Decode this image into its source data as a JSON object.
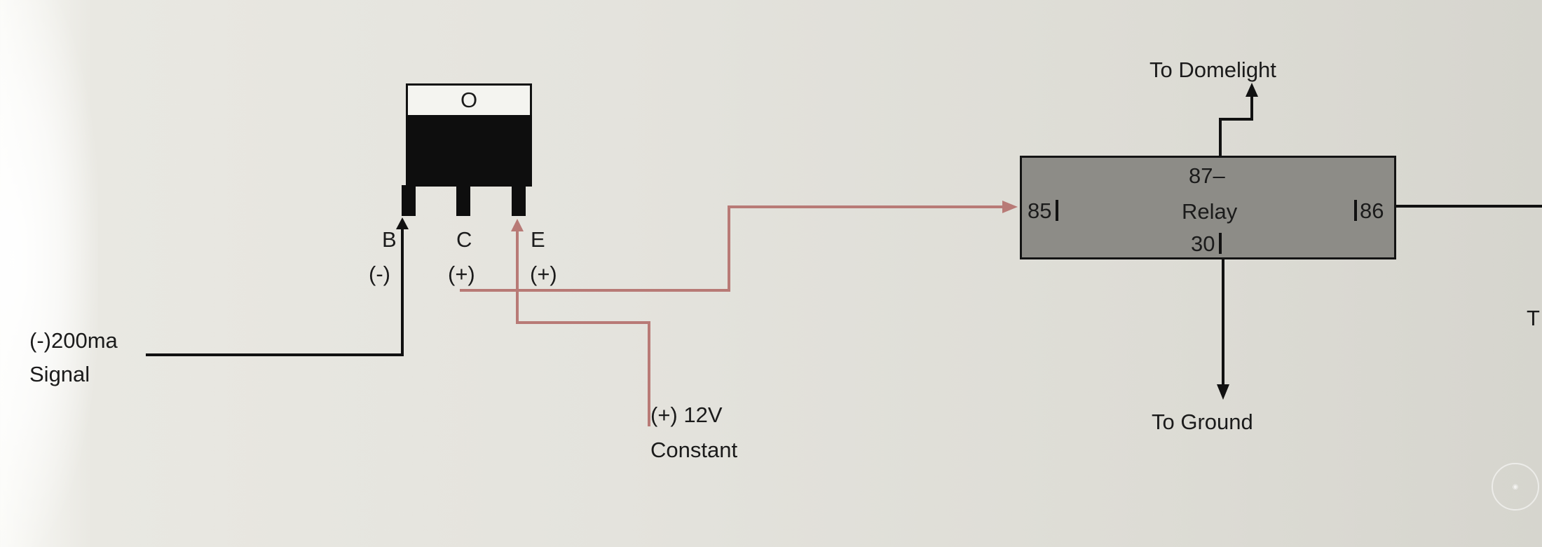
{
  "diagram": {
    "transistor": {
      "cap_label": "O",
      "pin_b": "B",
      "pin_c": "C",
      "pin_e": "E",
      "polarity_b": "(-)",
      "polarity_c": "(+)",
      "polarity_e": "(+)"
    },
    "input_signal": {
      "line1": "(-)200ma",
      "line2": "Signal"
    },
    "power": {
      "line1": "(+) 12V",
      "line2": "Constant"
    },
    "relay": {
      "label": "Relay",
      "pin87": "87–",
      "pin85": "85",
      "pin86": "86",
      "pin30": "30",
      "to_top": "To Domelight",
      "to_bottom": "To Ground",
      "to_right_partial": "T"
    },
    "colors": {
      "wire_red": "#b87a76",
      "wire_black": "#111111",
      "relay_fill": "#8d8c87"
    }
  }
}
